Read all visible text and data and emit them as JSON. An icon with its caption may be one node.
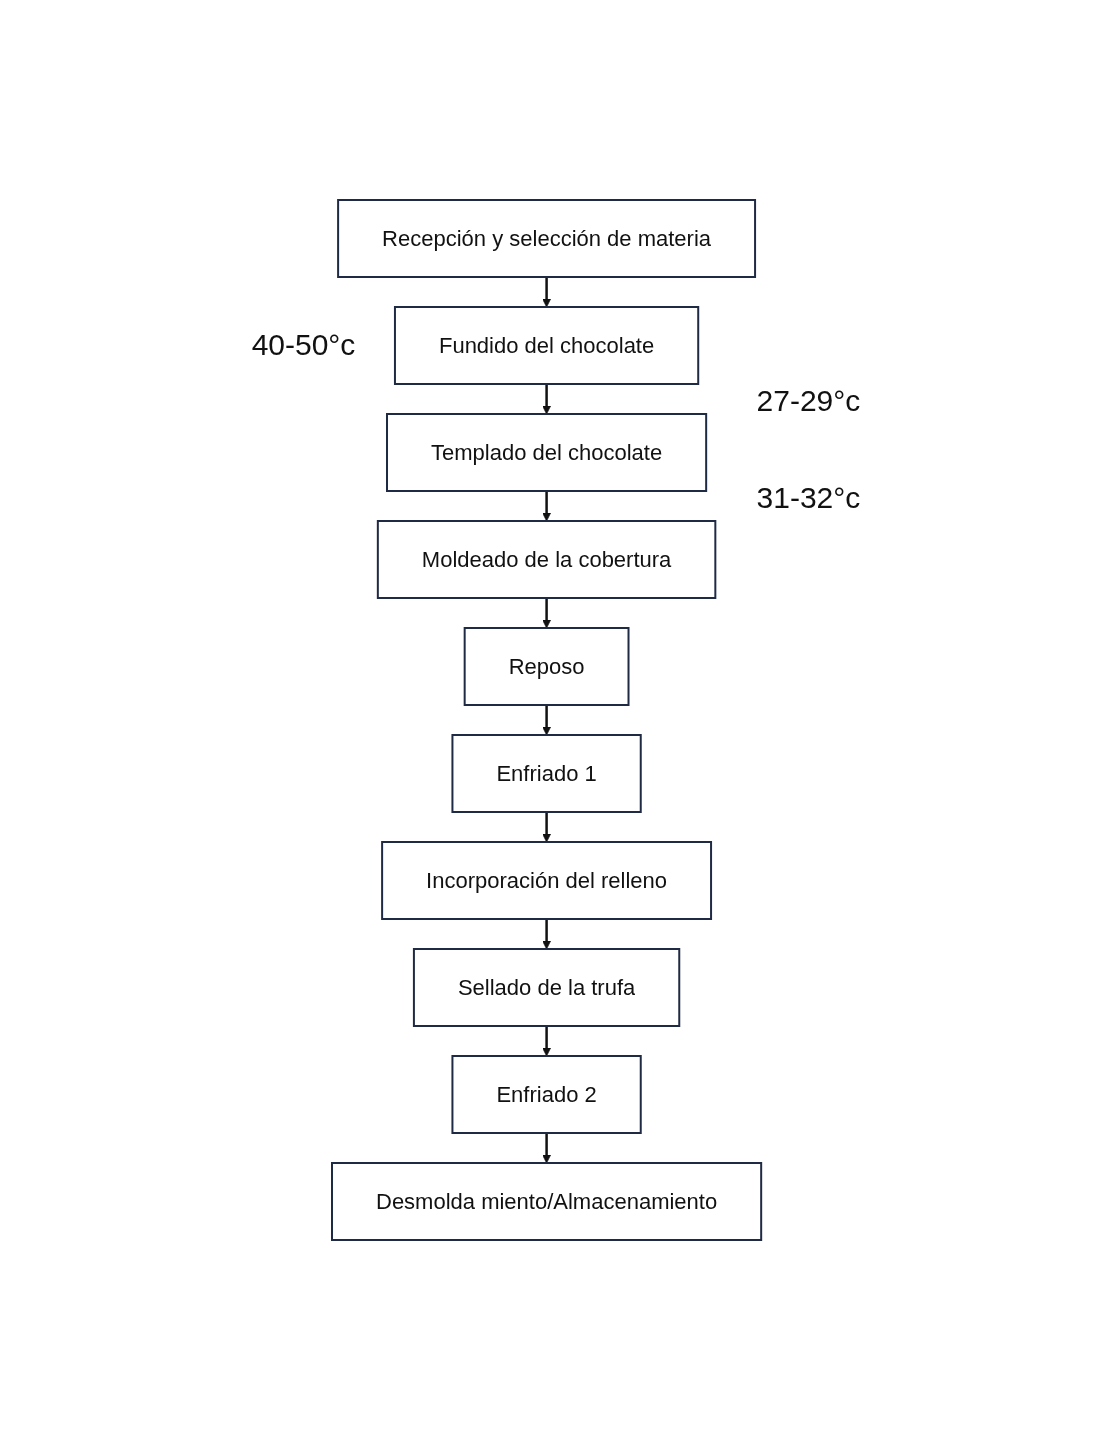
{
  "diagram": {
    "nodes": [
      {
        "text": [
          "Recepción y selección de materia"
        ]
      },
      {
        "text": [
          "Fundido del chocolate"
        ],
        "beside": [
          "40-50°c"
        ]
      },
      {
        "text": [
          "Templado del chocolate"
        ],
        "beside": [
          "27-29°c",
          "31-32°c"
        ]
      },
      {
        "text": [
          "Moldeado de la cobertura"
        ]
      },
      {
        "text": [
          "Reposo"
        ]
      },
      {
        "text": [
          "Enfriado 1"
        ]
      },
      {
        "text": [
          "Incorporación del relleno"
        ]
      },
      {
        "text": [
          "Sellado de la trufa"
        ]
      },
      {
        "text": [
          "Enfriado 2"
        ]
      },
      {
        "text": [
          "Desmolda miento/Almacenamiento"
        ]
      }
    ],
    "edges": [
      {
        "from": 0,
        "to": 1,
        "arrow": "to"
      },
      {
        "from": 1,
        "to": 2,
        "arrow": "to"
      },
      {
        "from": 2,
        "to": 3,
        "arrow": "to"
      },
      {
        "from": 3,
        "to": 4,
        "arrow": "to"
      },
      {
        "from": 4,
        "to": 5,
        "arrow": "to"
      },
      {
        "from": 5,
        "to": 6,
        "arrow": "to"
      },
      {
        "from": 6,
        "to": 7,
        "arrow": "to"
      },
      {
        "from": 7,
        "to": 8,
        "arrow": "to"
      },
      {
        "from": 8,
        "to": 9,
        "arrow": "to"
      }
    ]
  }
}
